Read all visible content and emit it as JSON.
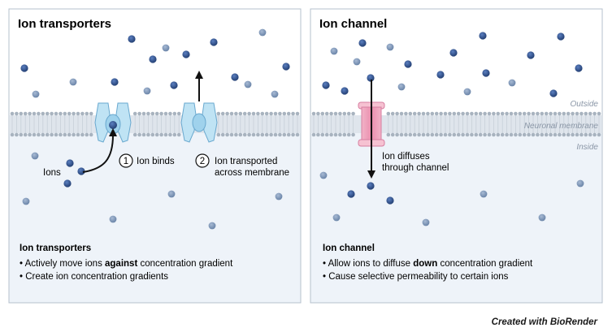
{
  "colors": {
    "extracellular": "#ffffff",
    "intracellular": "#eef3f9",
    "panel_border": "#b5c0cc",
    "ion_dark": "#2f4f8a",
    "ion_light": "#7f97b8",
    "transporter": "#bfe3f4",
    "channel": "#f6c2d2",
    "membrane_head": "#a8b3bf"
  },
  "left": {
    "title": "Ion transporters",
    "label_ions": "Ions",
    "step1_num": "1",
    "step1_text": "Ion binds",
    "step2_num": "2",
    "step2_line1": "Ion transported",
    "step2_line2": "across membrane",
    "summary_title": "Ion transporters",
    "bullet1_pre": "• Actively move ions ",
    "bullet1_bold": "against",
    "bullet1_post": " concentration gradient",
    "bullet2": "• Create ion concentration gradients"
  },
  "right": {
    "title": "Ion channel",
    "label_outside": "Outside",
    "label_membrane": "Neuronal membrane",
    "label_inside": "Inside",
    "diffuse_line1": "Ion diffuses",
    "diffuse_line2": "through channel",
    "summary_title": "Ion channel",
    "bullet1_pre": "• Allow ions to diffuse ",
    "bullet1_bold": "down",
    "bullet1_post": " concentration gradient",
    "bullet2": "• Cause selective permeability to certain ions"
  },
  "footer": "Created with BioRender",
  "icons": [
    "ion-dot-icon",
    "transporter-protein-icon",
    "channel-protein-icon",
    "arrow-icon"
  ]
}
